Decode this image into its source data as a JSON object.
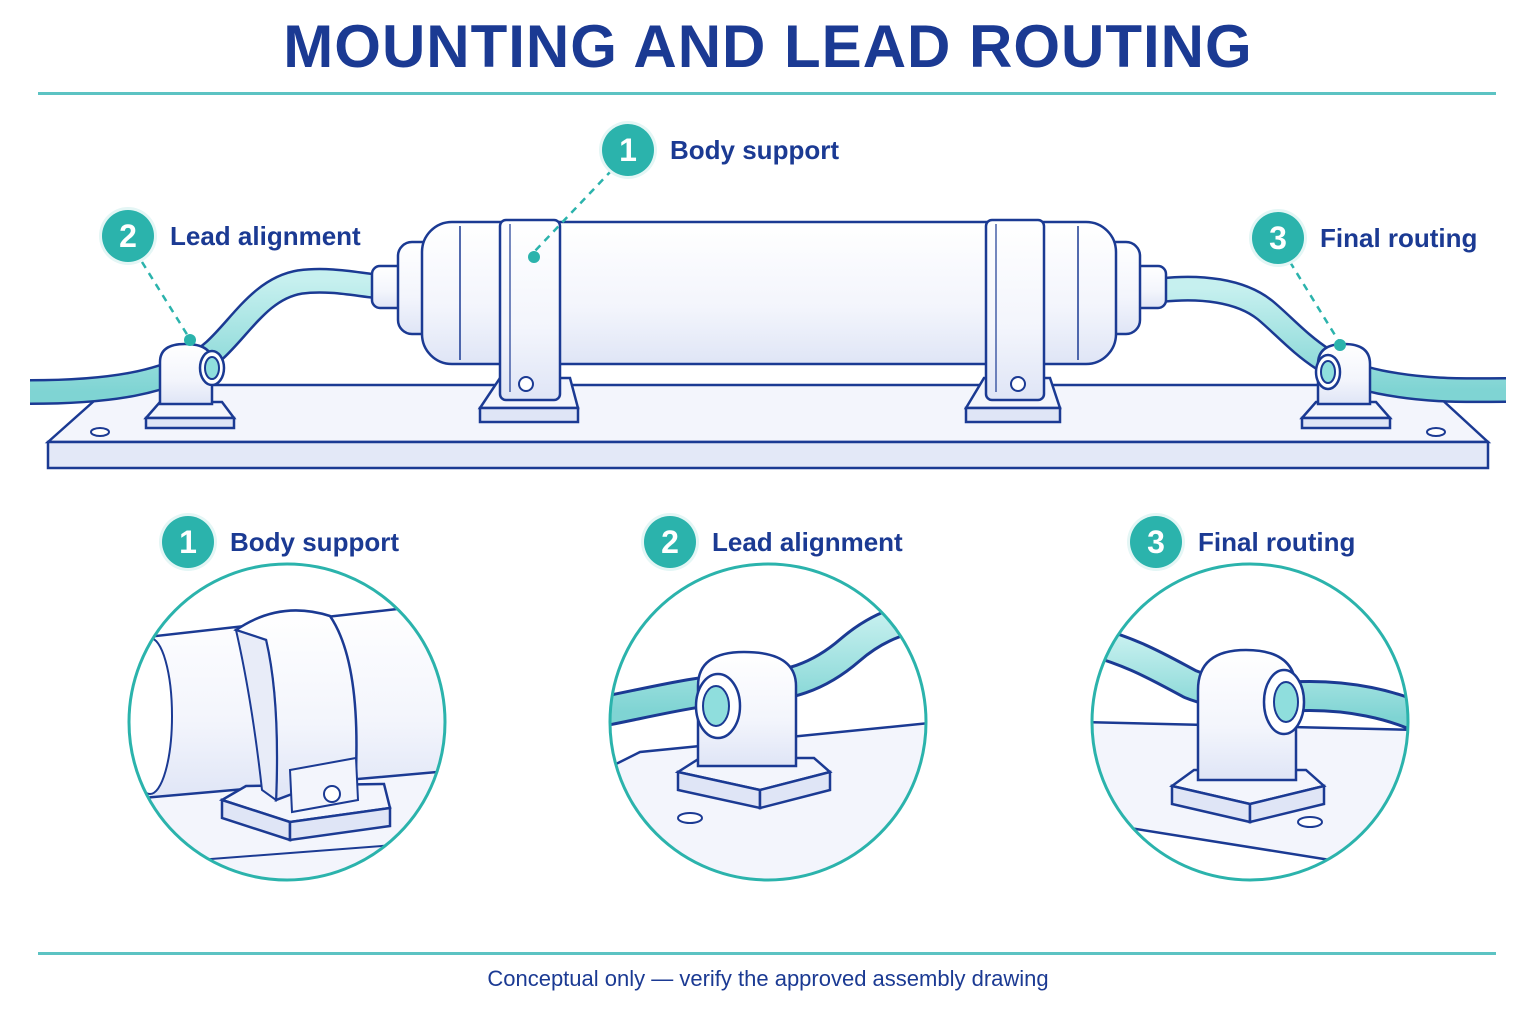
{
  "title": "MOUNTING AND LEAD ROUTING",
  "callouts": [
    {
      "number": "1",
      "label": "Body support"
    },
    {
      "number": "2",
      "label": "Lead alignment"
    },
    {
      "number": "3",
      "label": "Final routing"
    }
  ],
  "details": [
    {
      "number": "1",
      "label": "Body support"
    },
    {
      "number": "2",
      "label": "Lead alignment"
    },
    {
      "number": "3",
      "label": "Final routing"
    }
  ],
  "footer": "Conceptual only — verify the approved assembly drawing",
  "colors": {
    "title": "#1b3a93",
    "accent": "#2bb3ac",
    "lead": "#8fdedd",
    "line": "#1b3a93",
    "metal": "#eef1fb"
  }
}
